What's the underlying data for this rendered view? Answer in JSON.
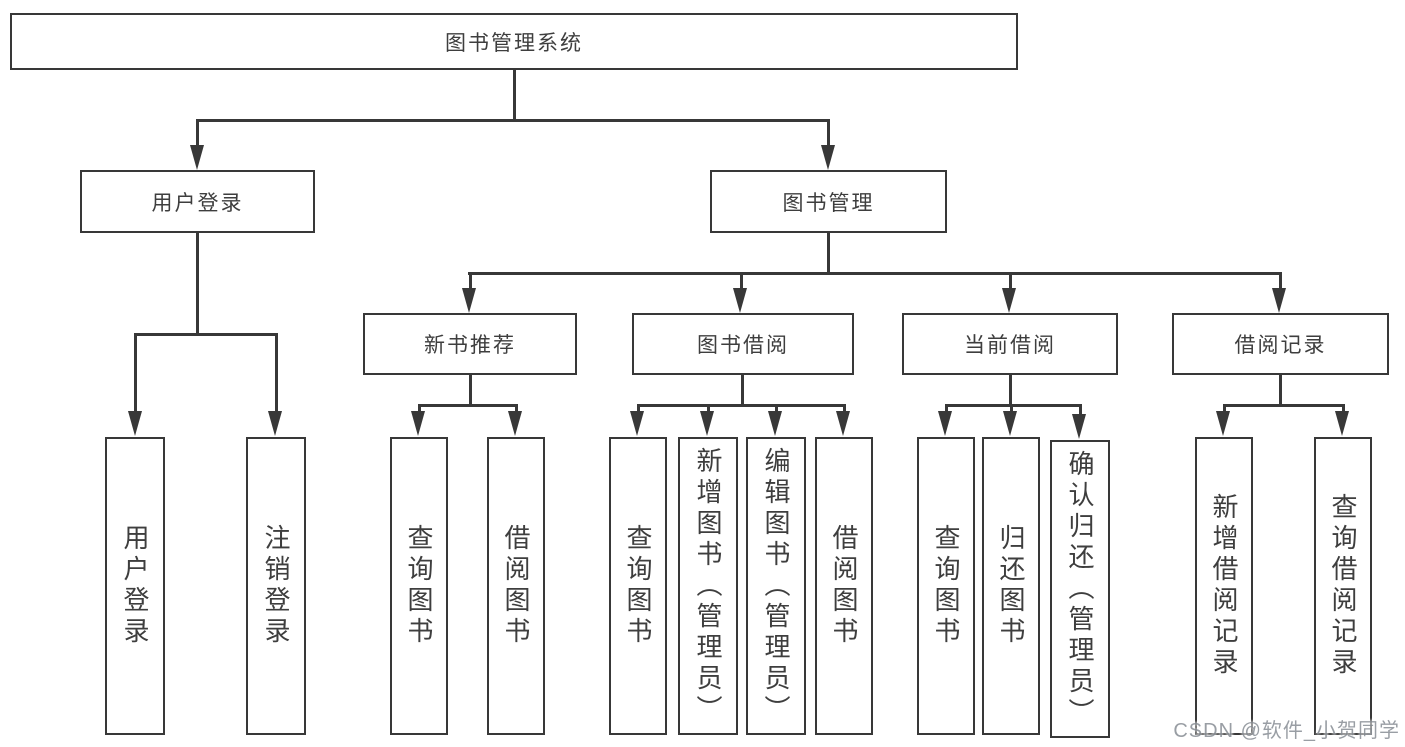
{
  "tree": {
    "label": "图书管理系统",
    "children": [
      {
        "label": "用户登录",
        "children": [
          {
            "label": "用户登录"
          },
          {
            "label": "注销登录"
          }
        ]
      },
      {
        "label": "图书管理",
        "children": [
          {
            "label": "新书推荐",
            "children": [
              {
                "label": "查询图书"
              },
              {
                "label": "借阅图书"
              }
            ]
          },
          {
            "label": "图书借阅",
            "children": [
              {
                "label": "查询图书"
              },
              {
                "label": "新增图书（管理员）"
              },
              {
                "label": "编辑图书（管理员）"
              },
              {
                "label": "借阅图书"
              }
            ]
          },
          {
            "label": "当前借阅",
            "children": [
              {
                "label": "查询图书"
              },
              {
                "label": "归还图书"
              },
              {
                "label": "确认归还（管理员）"
              }
            ]
          },
          {
            "label": "借阅记录",
            "children": [
              {
                "label": "新增借阅记录"
              },
              {
                "label": "查询借阅记录"
              }
            ]
          }
        ]
      }
    ]
  },
  "watermark": {
    "text": "CSDN @软件_小贺同学"
  },
  "colors": {
    "line": "#383838",
    "text": "#3e3e3e",
    "node_background": "#ffffff",
    "page_background": "#ffffff",
    "watermark": "#8f949b"
  }
}
